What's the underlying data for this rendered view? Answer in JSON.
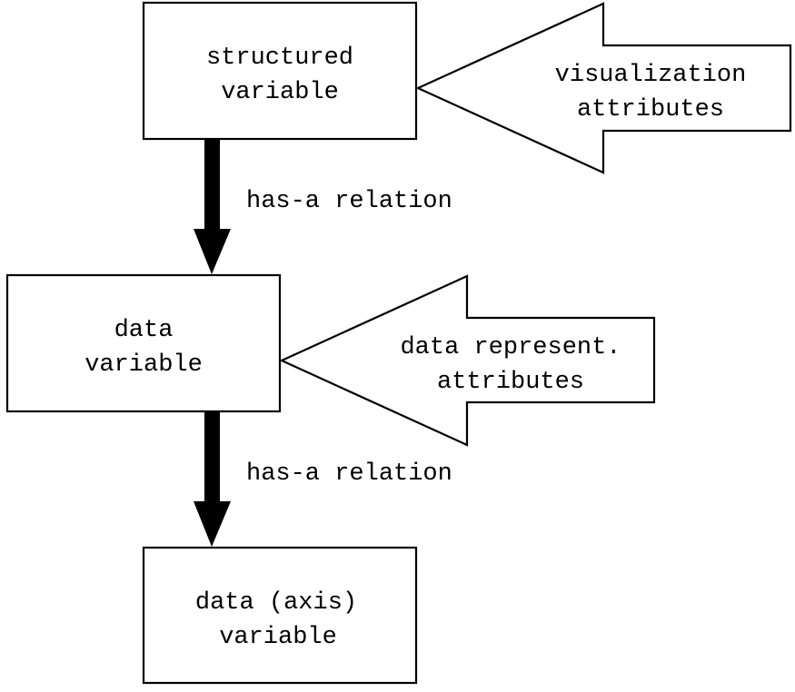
{
  "nodes": {
    "structured_variable": {
      "line1": "structured",
      "line2": "variable"
    },
    "data_variable": {
      "line1": "data",
      "line2": "variable"
    },
    "data_axis_variable": {
      "line1": "data (axis)",
      "line2": "variable"
    }
  },
  "callouts": {
    "visualization_attributes": {
      "line1": "visualization",
      "line2": "attributes"
    },
    "data_represent_attributes": {
      "line1": "data represent.",
      "line2": "attributes"
    }
  },
  "edges": {
    "upper_relation": {
      "label": "has-a relation"
    },
    "lower_relation": {
      "label": "has-a relation"
    }
  },
  "colors": {
    "stroke": "#000000",
    "fill": "#ffffff",
    "arrow": "#000000"
  }
}
